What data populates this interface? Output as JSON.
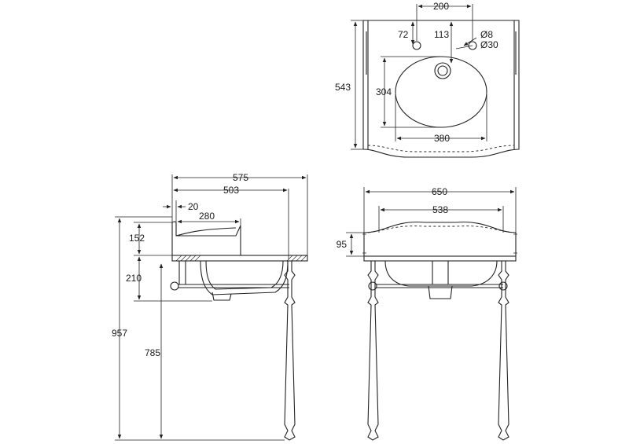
{
  "colors": {
    "line": "#222222",
    "background": "#ffffff"
  },
  "top_view": {
    "width_label": "543",
    "tap_spacing_label": "200",
    "tap_offset_label": "72",
    "overflow_offset_label": "113",
    "hole_small_label": "Ø8",
    "hole_large_label": "Ø30",
    "bowl_depth_label": "304",
    "bowl_width_label": "380"
  },
  "side_view": {
    "overall_depth_label": "575",
    "top_depth_label": "503",
    "upstand_label": "20",
    "inner_label": "280",
    "upstand_height_label": "152",
    "basin_height_label": "210",
    "total_height_label": "957",
    "top_height_label": "785"
  },
  "front_view": {
    "overall_width_label": "650",
    "inner_width_label": "538",
    "top_thickness_label": "95"
  }
}
